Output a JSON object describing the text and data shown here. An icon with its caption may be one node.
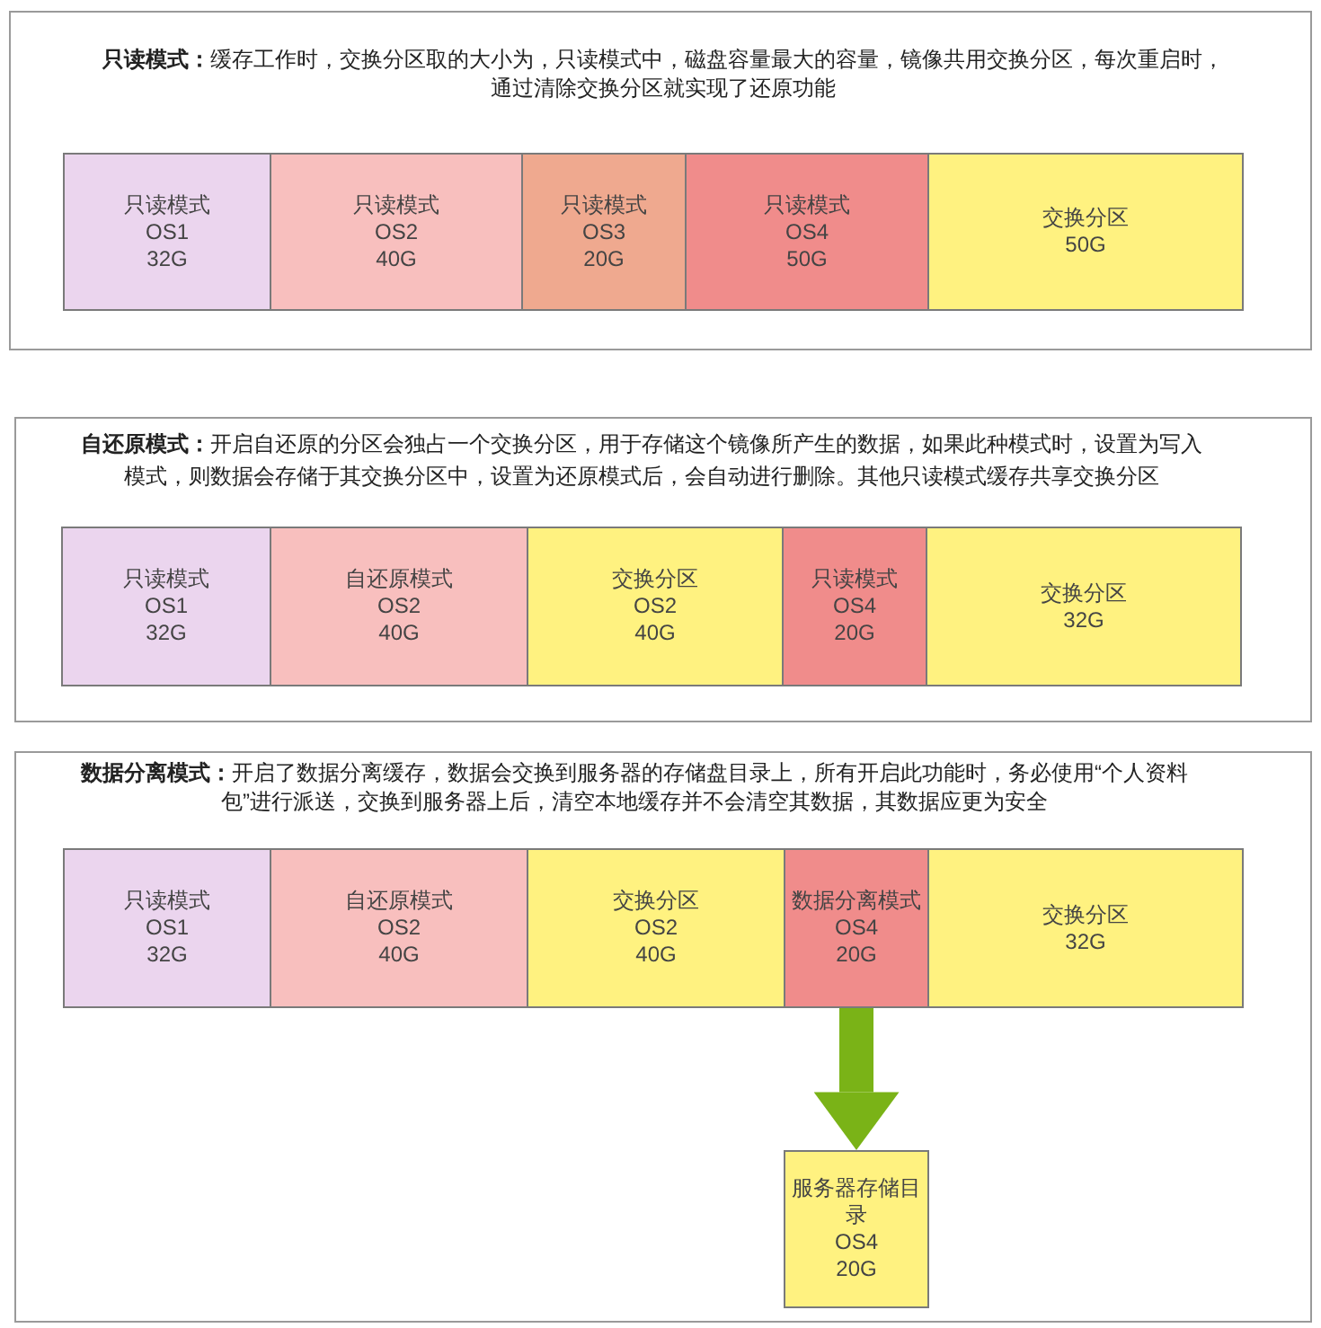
{
  "diagram": {
    "nodes": [
      {
        "text": [
          "**只读模式：**缓存工作时，交换分区取的大小为，只读模式中，磁盘容量最大的容量，镜像共用交换分区，每次重启时，通过清除交换分区就实现了还原功能"
        ]
      },
      {
        "text": [
          "只读模式",
          "OS1",
          "32G"
        ],
        "in": 0
      },
      {
        "text": [
          "只读模式",
          "OS2",
          "40G"
        ],
        "in": 0
      },
      {
        "text": [
          "只读模式",
          "OS3",
          "20G"
        ],
        "in": 0
      },
      {
        "text": [
          "只读模式",
          "OS4",
          "50G"
        ],
        "in": 0
      },
      {
        "text": [
          "交换分区",
          "50G"
        ],
        "in": 0
      },
      {
        "text": [
          "**自还原模式：**开启自还原的分区会独占一个交换分区，用于存储这个镜像所产生的数据，如果此种模式时，设置为写入模式，则数据会存储于其交换分区中，设置为还原模式后，会自动进行删除。其他只读模式缓存共享交换分区"
        ]
      },
      {
        "text": [
          "只读模式",
          "OS1",
          "32G"
        ],
        "in": 6
      },
      {
        "text": [
          "自还原模式",
          "OS2",
          "40G"
        ],
        "in": 6
      },
      {
        "text": [
          "交换分区",
          "OS2",
          "40G"
        ],
        "in": 6
      },
      {
        "text": [
          "只读模式",
          "OS4",
          "20G"
        ],
        "in": 6
      },
      {
        "text": [
          "交换分区",
          "32G"
        ],
        "in": 6
      },
      {
        "text": [
          "**数据分离模式：**开启了数据分离缓存，数据会交换到服务器的存储盘目录上，所有开启此功能时，务必使用“个人资料包”进行派送，交换到服务器上后，清空本地缓存并不会清空其数据，其数据应更为安全"
        ]
      },
      {
        "text": [
          "只读模式",
          "OS1",
          "32G"
        ],
        "in": 12
      },
      {
        "text": [
          "自还原模式",
          "OS2",
          "40G"
        ],
        "in": 12
      },
      {
        "text": [
          "交换分区",
          "OS2",
          "40G"
        ],
        "in": 12
      },
      {
        "text": [
          "数据分离模式",
          "OS4",
          "20G"
        ],
        "in": 12
      },
      {
        "text": [
          "交换分区",
          "32G"
        ],
        "in": 12
      },
      {
        "text": [
          "服务器存储目录",
          "OS4",
          "20G"
        ],
        "in": 12
      }
    ],
    "edges": [
      {
        "from": 16,
        "to": 18,
        "arrow": "to",
        "color": "#7ab317"
      }
    ]
  }
}
